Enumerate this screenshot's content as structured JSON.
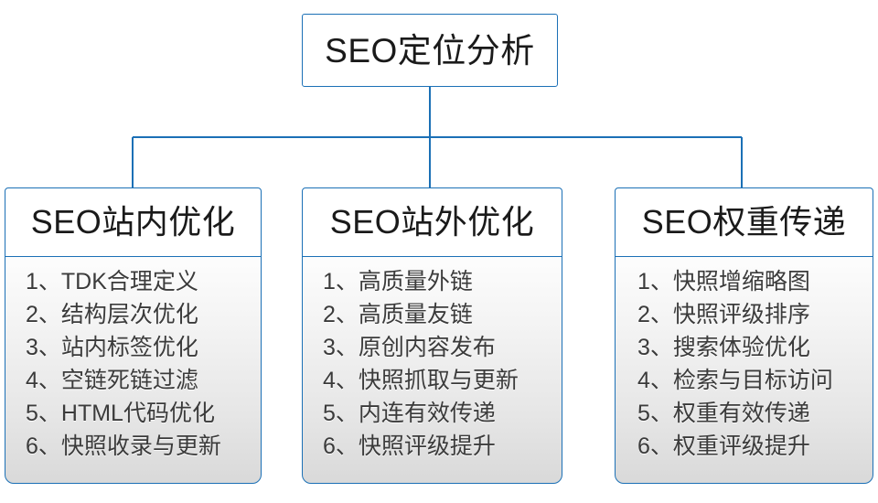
{
  "diagram": {
    "root": {
      "label": "SEO定位分析"
    },
    "branches": [
      {
        "title": "SEO站内优化",
        "items": [
          "1、TDK合理定义",
          "2、结构层次优化",
          "3、站内标签优化",
          "4、空链死链过滤",
          "5、HTML代码优化",
          "6、快照收录与更新"
        ]
      },
      {
        "title": "SEO站外优化",
        "items": [
          "1、高质量外链",
          "2、高质量友链",
          "3、原创内容发布",
          "4、快照抓取与更新",
          "5、内连有效传递",
          "6、快照评级提升"
        ]
      },
      {
        "title": "SEO权重传递",
        "items": [
          "1、快照增缩略图",
          "2、快照评级排序",
          "3、搜索体验优化",
          "4、检索与目标访问",
          "5、权重有效传递",
          "6、权重评级提升"
        ]
      }
    ],
    "colors": {
      "border": "#1b70b6",
      "connector": "#1b70b6",
      "head_fill": "#ffffff",
      "body_fill_top": "#fdfdfd",
      "body_fill_bottom": "#d9d9d9",
      "text": "#1a1a1a",
      "item_text": "#3b3b3b",
      "background": "#ffffff"
    }
  }
}
